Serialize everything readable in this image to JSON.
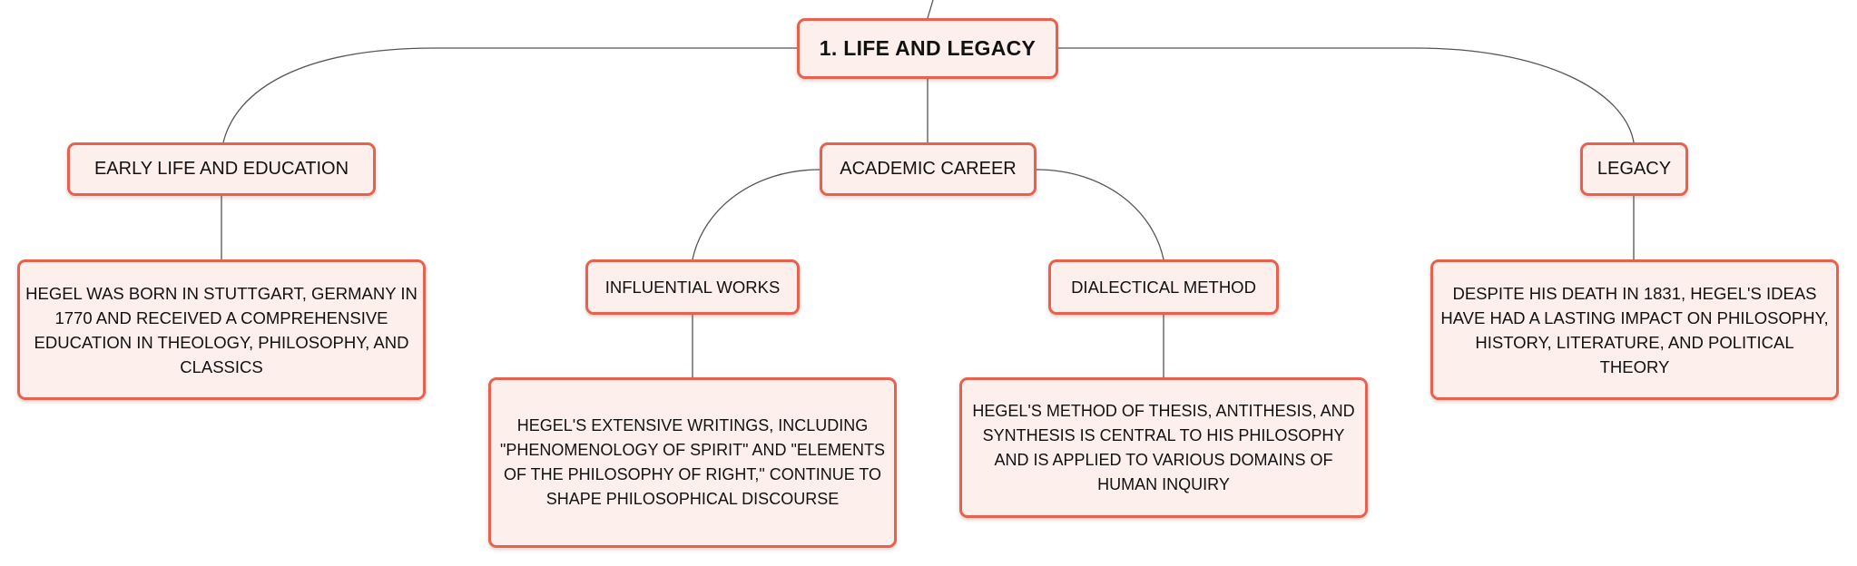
{
  "root": {
    "title": "1. Life and Legacy"
  },
  "branches": {
    "early_life": {
      "title": "Early Life and Education",
      "detail": "Hegel was born in Stuttgart, Germany in 1770 and received a comprehensive education in theology, philosophy, and classics"
    },
    "academic_career": {
      "title": "Academic Career",
      "children": {
        "influential_works": {
          "title": "Influential Works",
          "detail": "Hegel's extensive writings, including \"Phenomenology of Spirit\" and \"Elements of the Philosophy of Right,\" continue to shape philosophical discourse"
        },
        "dialectical_method": {
          "title": "Dialectical Method",
          "detail": "Hegel's method of thesis, antithesis, and synthesis is central to his philosophy and is applied to various domains of human inquiry"
        }
      }
    },
    "legacy": {
      "title": "Legacy",
      "detail": "Despite his death in 1831, Hegel's ideas have had a lasting impact on philosophy, history, literature, and political theory"
    }
  },
  "colors": {
    "node_border": "#e8614e",
    "node_fill": "#fdf0ec",
    "connector": "#555555"
  }
}
